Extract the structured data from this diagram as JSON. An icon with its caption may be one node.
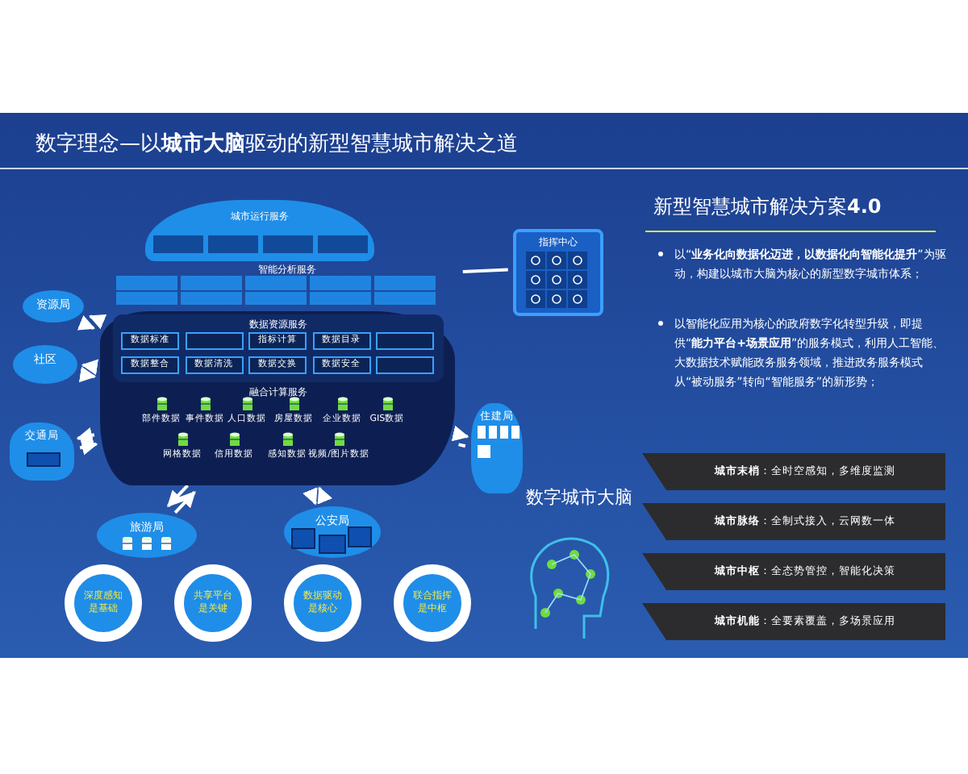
{
  "diagram": {
    "title": "数字理念—以**城市大脑**驱动的新型智慧城市解决之道",
    "nodes": [
      {
        "text": [],
        "shape": "cloud"
      },
      {
        "text": [
          "城市运行服务"
        ]
      },
      {
        "text": [],
        "shape": "box",
        "in": 1
      },
      {
        "text": [],
        "shape": "box",
        "in": 1
      },
      {
        "text": [],
        "shape": "box",
        "in": 1
      },
      {
        "text": [],
        "shape": "box",
        "in": 1
      },
      {
        "text": [
          "智能分析服务"
        ]
      },
      {
        "text": [],
        "shape": "box",
        "in": 6
      },
      {
        "text": [],
        "shape": "box",
        "in": 6
      },
      {
        "text": [],
        "shape": "box",
        "in": 6
      },
      {
        "text": [],
        "shape": "box",
        "in": 6
      },
      {
        "text": [],
        "shape": "box",
        "in": 6
      },
      {
        "text": [],
        "shape": "box",
        "in": 6
      },
      {
        "text": [],
        "shape": "box",
        "in": 6
      },
      {
        "text": [],
        "shape": "box",
        "in": 6
      },
      {
        "text": [],
        "shape": "box",
        "in": 6
      },
      {
        "text": [],
        "shape": "box",
        "in": 6
      },
      {
        "text": [
          "数据资源服务"
        ],
        "in": 0
      },
      {
        "text": [
          "数据标准"
        ],
        "in": 17
      },
      {
        "text": [],
        "shape": "box",
        "in": 17
      },
      {
        "text": [
          "指标计算"
        ],
        "in": 17
      },
      {
        "text": [
          "数据目录"
        ],
        "in": 17
      },
      {
        "text": [],
        "shape": "box",
        "in": 17
      },
      {
        "text": [
          "数据整合"
        ],
        "in": 17
      },
      {
        "text": [
          "数据清洗"
        ],
        "in": 17
      },
      {
        "text": [
          "数据交换"
        ],
        "in": 17
      },
      {
        "text": [
          "数据安全"
        ],
        "in": 17
      },
      {
        "text": [],
        "shape": "box",
        "in": 17
      },
      {
        "text": [
          "融合计算服务"
        ],
        "in": 0
      },
      {
        "text": [
          "资源局"
        ]
      },
      {
        "text": [
          "社区"
        ]
      },
      {
        "text": [
          "交通局"
        ]
      },
      {
        "text": [
          "旅游局"
        ]
      },
      {
        "text": [
          "公安局"
        ]
      },
      {
        "text": [
          "住建局"
        ]
      },
      {
        "text": [
          "指挥中心"
        ]
      },
      {
        "text": [
          "**城市末梢**：全时空感知，多维度监测"
        ]
      },
      {
        "text": [
          "**城市脉络**：全制式接入，云网数一体"
        ]
      },
      {
        "text": [
          "**城市中枢**：全态势管控，智能化决策"
        ]
      },
      {
        "text": [
          "**城市机能**：全要素覆盖，多场景应用"
        ]
      },
      {
        "text": [
          "深度感知是基础"
        ]
      },
      {
        "text": [
          "共享平台是关键"
        ]
      },
      {
        "text": [
          "数据驱动是核心"
        ]
      },
      {
        "text": [
          "联合指挥是中枢"
        ]
      }
    ],
    "edges": [
      {
        "from": 29,
        "to": 0,
        "arrow": "to"
      },
      {
        "from": 0,
        "to": 29,
        "arrow": "to"
      },
      {
        "from": 30,
        "to": 0,
        "arrow": "to"
      },
      {
        "from": 0,
        "to": 30,
        "arrow": "to"
      },
      {
        "from": 31,
        "to": 0,
        "arrow": "to"
      },
      {
        "from": 0,
        "to": 31,
        "arrow": "to"
      },
      {
        "from": 32,
        "to": 0,
        "arrow": "to"
      },
      {
        "from": 0,
        "to": 32,
        "arrow": "to"
      },
      {
        "from": 33,
        "to": 0,
        "arrow": "to"
      },
      {
        "from": 0,
        "to": 33,
        "arrow": "to"
      },
      {
        "from": 0,
        "to": 34,
        "arrow": "to"
      },
      {
        "from": 0,
        "to": 34,
        "arrow": "none"
      },
      {
        "from": 6,
        "to": 35,
        "arrow": "none"
      }
    ],
    "labels": [
      "新型智慧城市解决方案**4.0**",
      "以“**业务化向数据化迈进，以数据化向智能化提升**”为驱动，构建以城市大脑为核心的新型数字城市体系；",
      "以智能化应用为核心的政府数字化转型升级，即提供“**能力平台+场景应用**”的服务模式，利用人工智能、大数据技术赋能政务服务领域，推进政务服务模式从“被动服务”转向“智能服务”的新形势；",
      "数字城市大脑",
      "部件数据",
      "事件数据",
      "人口数据",
      "房屋数据",
      "企业数据",
      "GIS数据",
      "网格数据",
      "信用数据",
      "感知数据",
      "视频/图片数据"
    ]
  }
}
